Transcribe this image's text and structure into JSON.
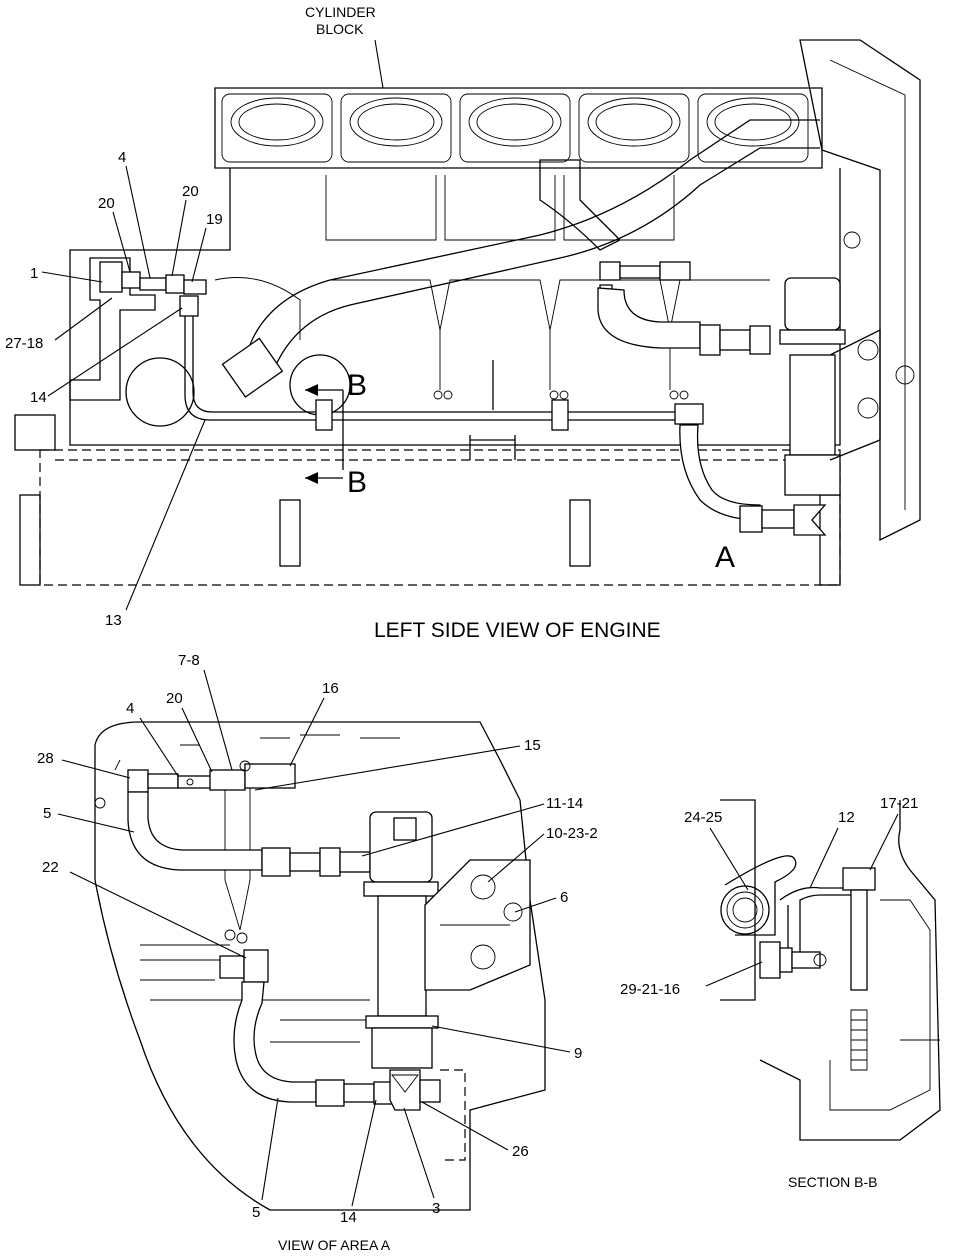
{
  "views": {
    "left_side": {
      "title": "LEFT SIDE VIEW OF ENGINE",
      "cylinder_block": [
        "CYLINDER",
        "BLOCK"
      ],
      "area_marker": "A",
      "section_marker": [
        "B",
        "B"
      ],
      "callouts": [
        "1",
        "27-18",
        "14",
        "20",
        "4",
        "20",
        "19",
        "13"
      ]
    },
    "area_a": {
      "caption": "VIEW OF AREA  A",
      "callouts": [
        "7-8",
        "16",
        "20",
        "4",
        "28",
        "15",
        "11-14",
        "5",
        "10-23-2",
        "22",
        "6",
        "9",
        "26",
        "5",
        "14",
        "3"
      ]
    },
    "section_bb": {
      "caption": "SECTION B-B",
      "callouts": [
        "17-21",
        "24-25",
        "12",
        "29-21-16"
      ]
    }
  }
}
